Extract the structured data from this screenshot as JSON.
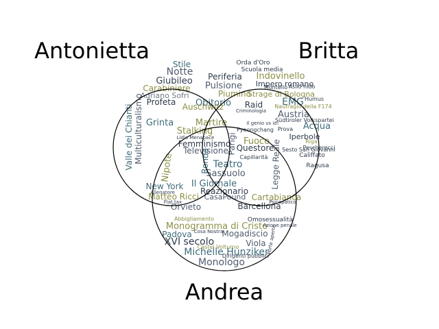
{
  "sets": {
    "a": {
      "label": "Antonietta"
    },
    "b": {
      "label": "Britta"
    },
    "c": {
      "label": "Andrea"
    }
  },
  "colors": {
    "teal": "#3d6b7a",
    "slate": "#4f5b6e",
    "olive": "#8c8f45",
    "dark": "#2e3a4b",
    "muted": "#6f7a86"
  },
  "regions": {
    "a_only": [
      "Stile",
      "Notte",
      "Giubileo",
      "Carabiniere",
      "Adriano Sofri",
      "Profeta",
      "Grinta",
      "Multiculturalismo",
      "Valle dei Chianti"
    ],
    "b_only": [
      "Orda d'Oro",
      "Scuola media",
      "Indovinello",
      "Impero romano",
      "Asilo nido",
      "Montello",
      "Strage di Bologna",
      "EMG",
      "Humus",
      "Naufragio della F174",
      "Austria",
      "Südtiroler Volkspartei",
      "Acqua",
      "Prova",
      "Iperbole",
      "Riga",
      "Sesto San Giovanni",
      "Pescherecci",
      "Califfato",
      "Ragusa"
    ],
    "c_only": [
      "Abbigliamento",
      "Omosessualità",
      "Monogramma di Cristo",
      "Azione penale",
      "Padova",
      "Mogadiscio",
      "Cosa Nostra",
      "XVI secolo",
      "Viola",
      "Castel Volturno",
      "Michelle Hunziker",
      "Monologo",
      "Dirigenti pubblici",
      "Porte aperte"
    ],
    "ab": [
      "Periferia",
      "Pulsione",
      "Piumino",
      "Obitorio",
      "Auschwitz",
      "Raid",
      "Criminologia"
    ],
    "ac": [
      "Nipote",
      "New York",
      "Matteo Ricci",
      "Orvieto",
      "Allenatore",
      "Flat tax"
    ],
    "bc": [
      "Legge Reale",
      "Cartabianca",
      "Barcellona",
      "Psicopatico"
    ],
    "abc": [
      "Martire",
      "Stalking",
      "Femminismo",
      "Televisione",
      "Ronda",
      "Parigi",
      "Fuoco",
      "Questore",
      "Capillarità",
      "Teatro",
      "Sassuolo",
      "Il Giornale",
      "Reazionario",
      "CasaPound",
      "Lidia Menapace",
      "Pyeongchang",
      "Il genio vs io!"
    ]
  }
}
